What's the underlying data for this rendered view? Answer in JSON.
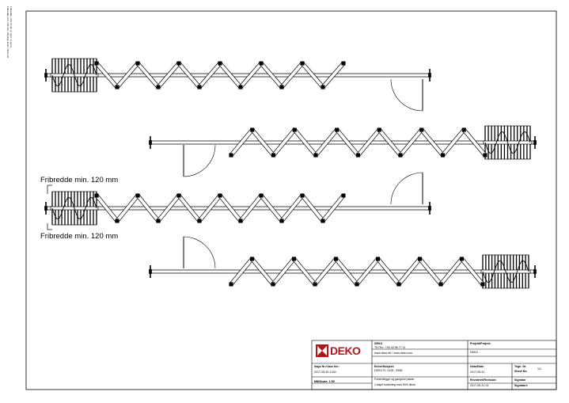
{
  "side_note": {
    "line1": "Fribredde min. 120 mm / Åbning: 1110 / 1110 mm",
    "line2": "Fribredde i mm (2 stk. pr. spor / 1 spor)"
  },
  "dimensions": {
    "top": "Fribredde min. 120 mm",
    "bottom": "Fribredde min. 120 mm"
  },
  "title_block": {
    "company": "DEKO",
    "phone": "Tlf./Tel.: +45 43 96 77 11",
    "web": "www.deko.dk / www.deko.com",
    "project_label": "Projekt/Project:",
    "project_value": "DEKO",
    "case_label": "Sags Nr./Case No.:",
    "case_value": "2017-05-30-1430",
    "subject_label": "Emne/Subject:",
    "subject_value1": "DEKO FL 0128 - 6308",
    "subject_value2": "Foldevægge og gangmul plader",
    "subject_value3": "1-fløjet foldevæg med 50% åbne",
    "date_label": "Dato/Date:",
    "date_value": "2017-05-31",
    "drawing_label": "Tegn. Nr.",
    "sheet_label": "Sheet No.",
    "sheet_value": "1/1",
    "scale_label": "Mål/Scale: 1:50",
    "revision_label": "Revideret/Revision:",
    "revision_value": "2017-05-31-01",
    "signature_label": "Signatur",
    "signature_label2": "Signature"
  },
  "colors": {
    "line": "#000000",
    "accent": "#b0161c"
  }
}
